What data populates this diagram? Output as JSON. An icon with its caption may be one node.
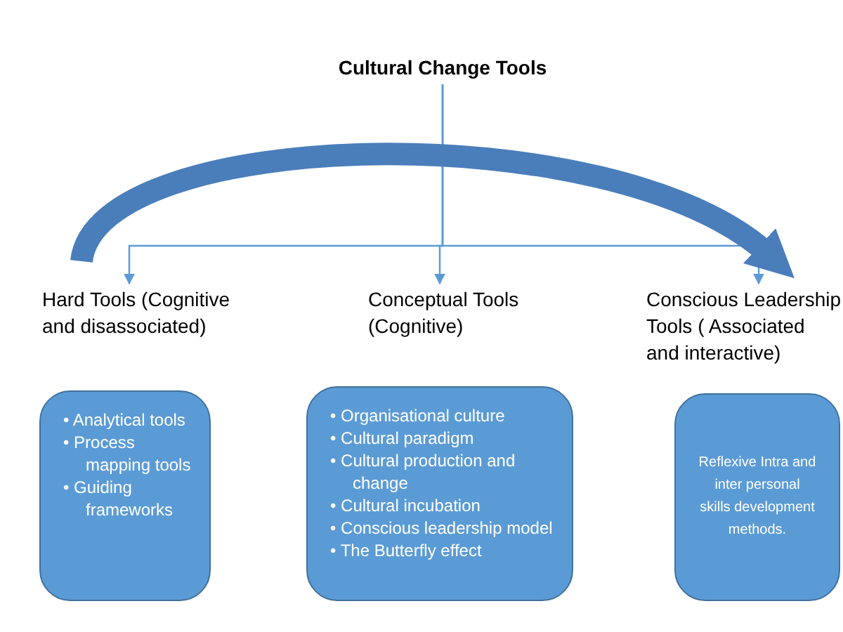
{
  "diagram": {
    "nodes": [
      {
        "text": [
          "Cultural Change Tools"
        ]
      },
      {
        "text": [
          "Hard Tools (Cognitive and disassociated)"
        ]
      },
      {
        "text": [
          "Conceptual Tools (Cognitive)"
        ]
      },
      {
        "text": [
          "Conscious Leadership Tools ( Associated and interactive)"
        ]
      },
      {
        "text": [
          "• Analytical tools",
          "• Process mapping tools",
          "• Guiding frameworks"
        ]
      },
      {
        "text": [
          "• Organisational culture",
          "• Cultural paradigm",
          "• Cultural production and change",
          "• Cultural incubation",
          "• Conscious leadership model",
          "• The Butterfly effect"
        ]
      },
      {
        "text": [
          "Reflexive Intra and inter personal skills development methods."
        ]
      }
    ],
    "edges": [
      {
        "from": 0,
        "to": 1,
        "arrow": "to"
      },
      {
        "from": 0,
        "to": 2,
        "arrow": "to"
      },
      {
        "from": 0,
        "to": 3,
        "arrow": "to"
      },
      {
        "from": 1,
        "to": 3,
        "arrow": "to",
        "style": "thick",
        "color": "#4a7ebb"
      }
    ]
  }
}
